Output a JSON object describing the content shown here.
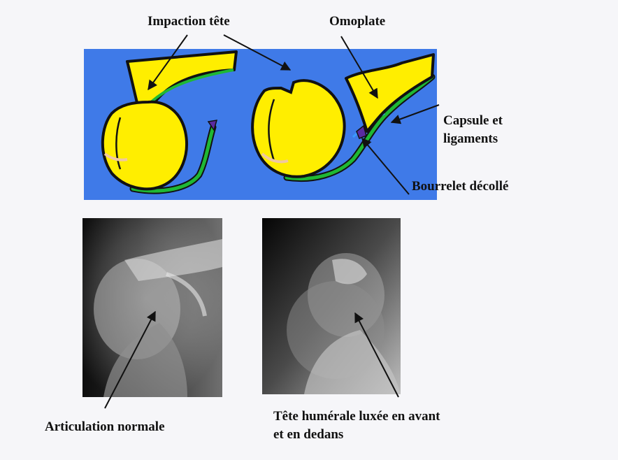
{
  "labels": {
    "impaction": "Impaction tête",
    "omoplate": "Omoplate",
    "capsule_line1": "Capsule et",
    "capsule_line2": "ligaments",
    "bourrelet": "Bourrelet décollé",
    "articulation": "Articulation normale",
    "tete_line1": "Tête humérale luxée en avant",
    "tete_line2": "et en dedans"
  },
  "colors": {
    "panel_blue": "#3f7ae8",
    "bone_yellow": "#ffee00",
    "ligament_green": "#1fb834",
    "labrum_purple": "#5a2aa0"
  }
}
